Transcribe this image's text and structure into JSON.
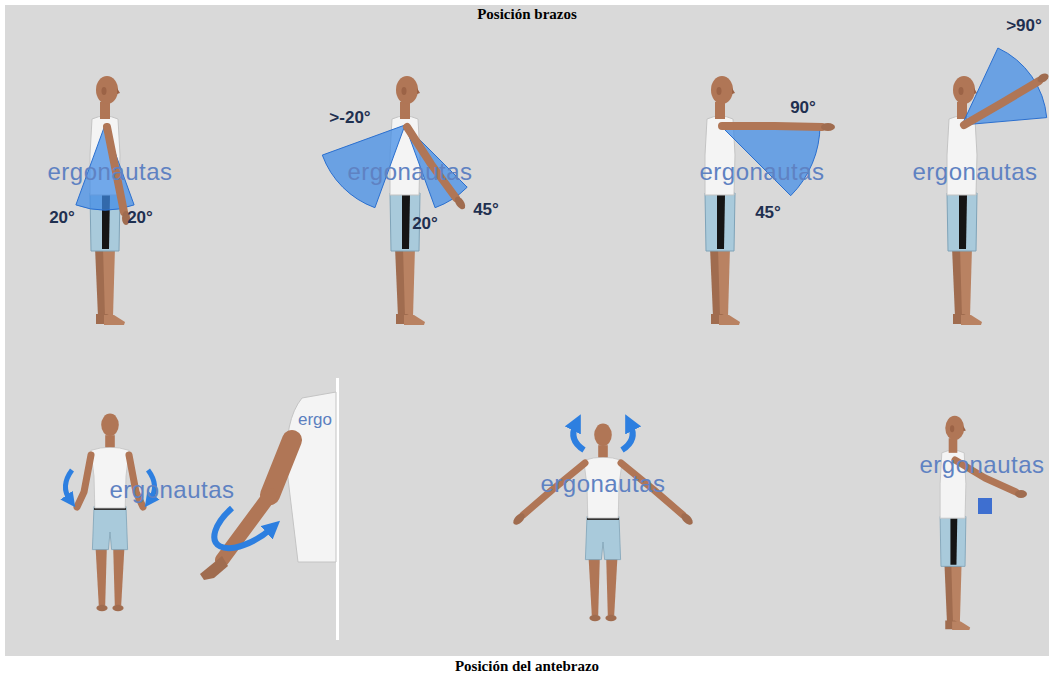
{
  "diagram": {
    "title": "Posición brazos",
    "caption": "Posición del antebrazo",
    "labels": [
      "20°",
      "20°",
      "ergonautas",
      ">-20°",
      "ergonautas",
      "20°",
      "45°",
      "90°",
      "ergonautas",
      "45°",
      ">90°",
      "ergonautas",
      "ergonautas",
      "ergo",
      "ergonautas",
      "ergonautas"
    ]
  }
}
